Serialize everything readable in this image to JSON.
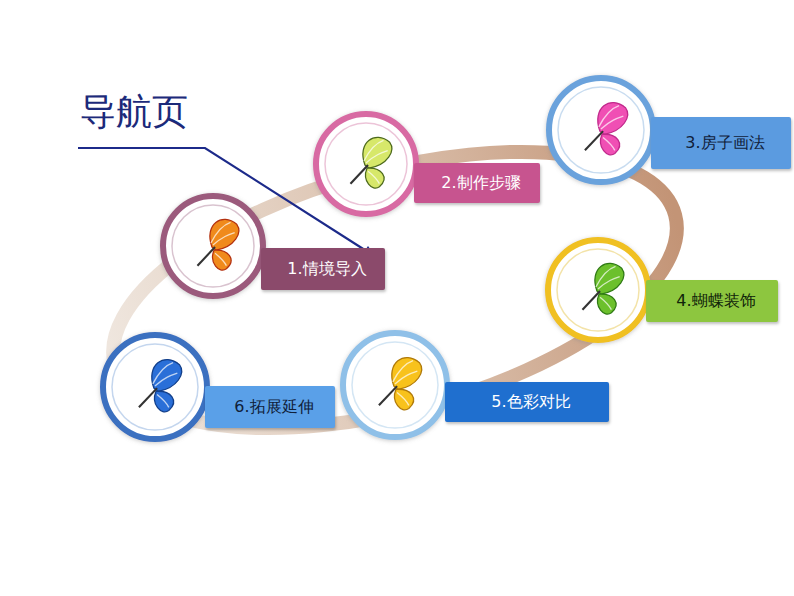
{
  "diagram": {
    "title": "导航页",
    "nodes": [
      {
        "text": [
          "1.情境导入"
        ]
      },
      {
        "text": [
          "2.制作步骤"
        ]
      },
      {
        "text": [
          "3.房子画法"
        ]
      },
      {
        "text": [
          "4.蝴蝶装饰"
        ]
      },
      {
        "text": [
          "5.色彩对比"
        ]
      },
      {
        "text": [
          "6.拓展延伸"
        ]
      }
    ]
  }
}
